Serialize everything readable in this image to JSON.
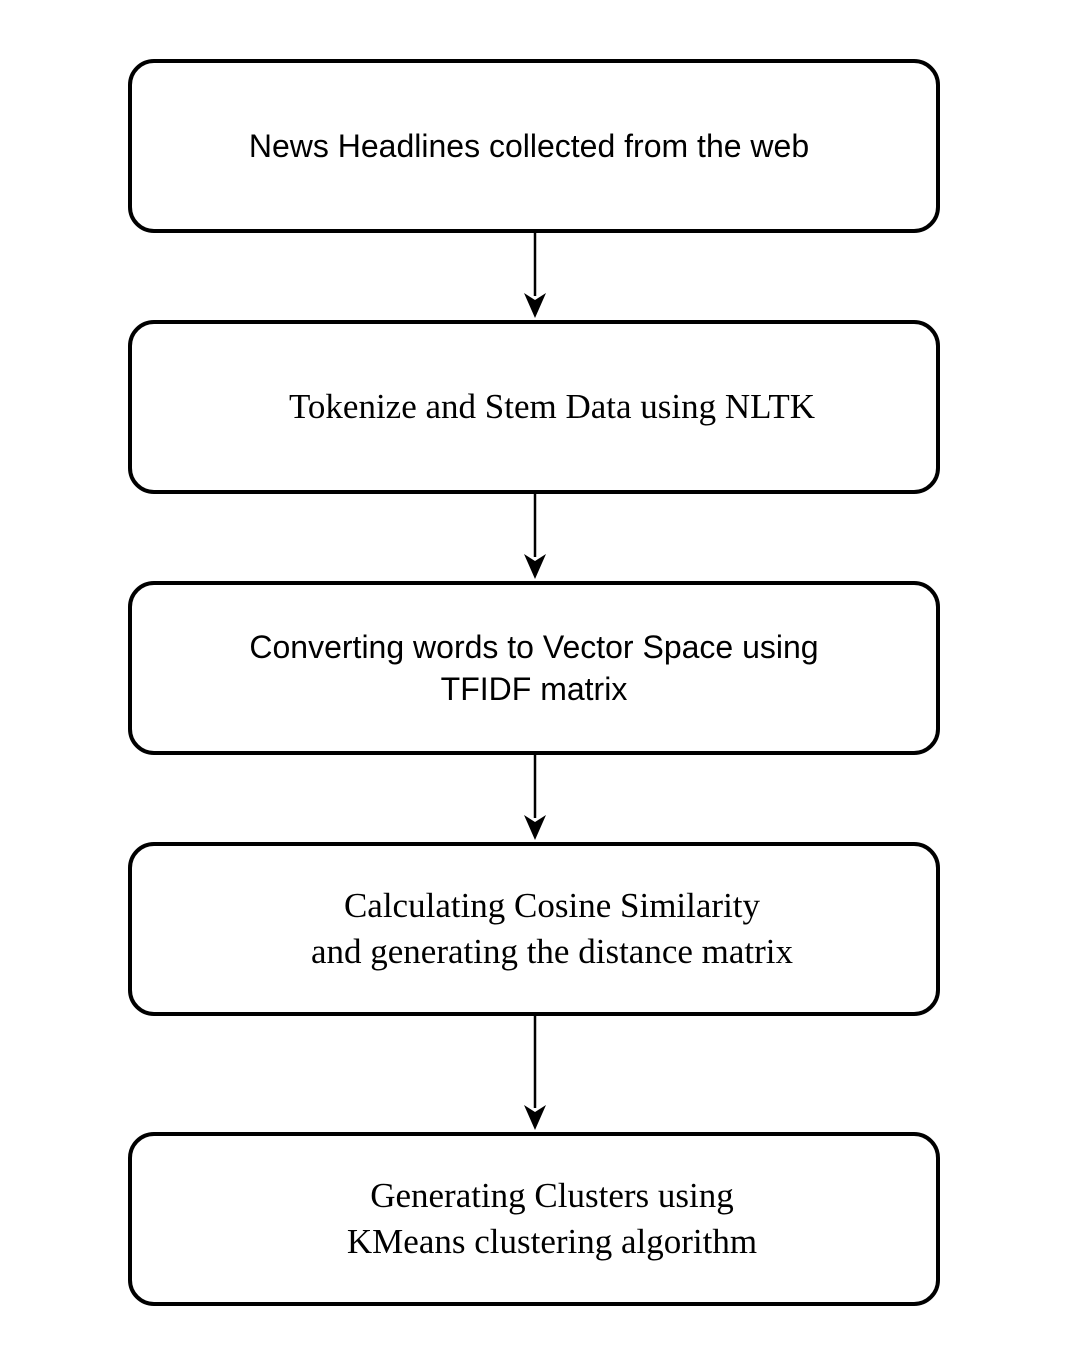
{
  "steps": [
    {
      "text": "News Headlines collected from the web"
    },
    {
      "text": "Tokenize and Stem Data using NLTK"
    },
    {
      "text": "Converting words to Vector Space using\nTFIDF matrix"
    },
    {
      "text": "Calculating Cosine Similarity\nand generating the distance matrix"
    },
    {
      "text": "Generating Clusters using\nKMeans clustering algorithm"
    }
  ],
  "colors": {
    "stroke": "#000000",
    "background": "#ffffff"
  }
}
